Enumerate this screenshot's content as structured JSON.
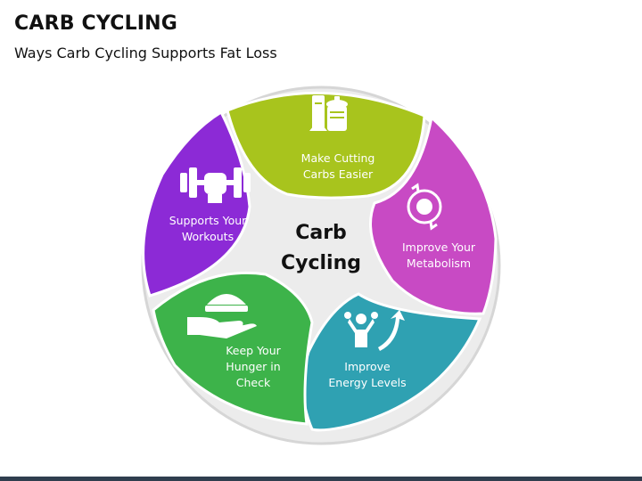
{
  "header": {
    "title": "CARB CYCLING",
    "subtitle": "Ways Carb Cycling Supports Fat Loss"
  },
  "center": {
    "lines": [
      "Carb",
      "Cycling"
    ]
  },
  "segments": [
    {
      "lines": [
        "Make Cutting",
        "Carbs Easier"
      ],
      "color": "#a8c41d",
      "icon": "groceries-icon"
    },
    {
      "lines": [
        "Improve Your",
        "Metabolism"
      ],
      "color": "#c84ac4",
      "icon": "metabolism-cycle-icon"
    },
    {
      "lines": [
        "Improve",
        "Energy Levels"
      ],
      "color": "#2fa1b2",
      "icon": "energy-person-arrow-icon"
    },
    {
      "lines": [
        "Keep Your",
        "Hunger in",
        "Check"
      ],
      "color": "#3db34a",
      "icon": "food-hand-icon"
    },
    {
      "lines": [
        "Supports Your",
        "Workouts"
      ],
      "color": "#8c2ad6",
      "icon": "dumbbell-fist-icon"
    }
  ]
}
